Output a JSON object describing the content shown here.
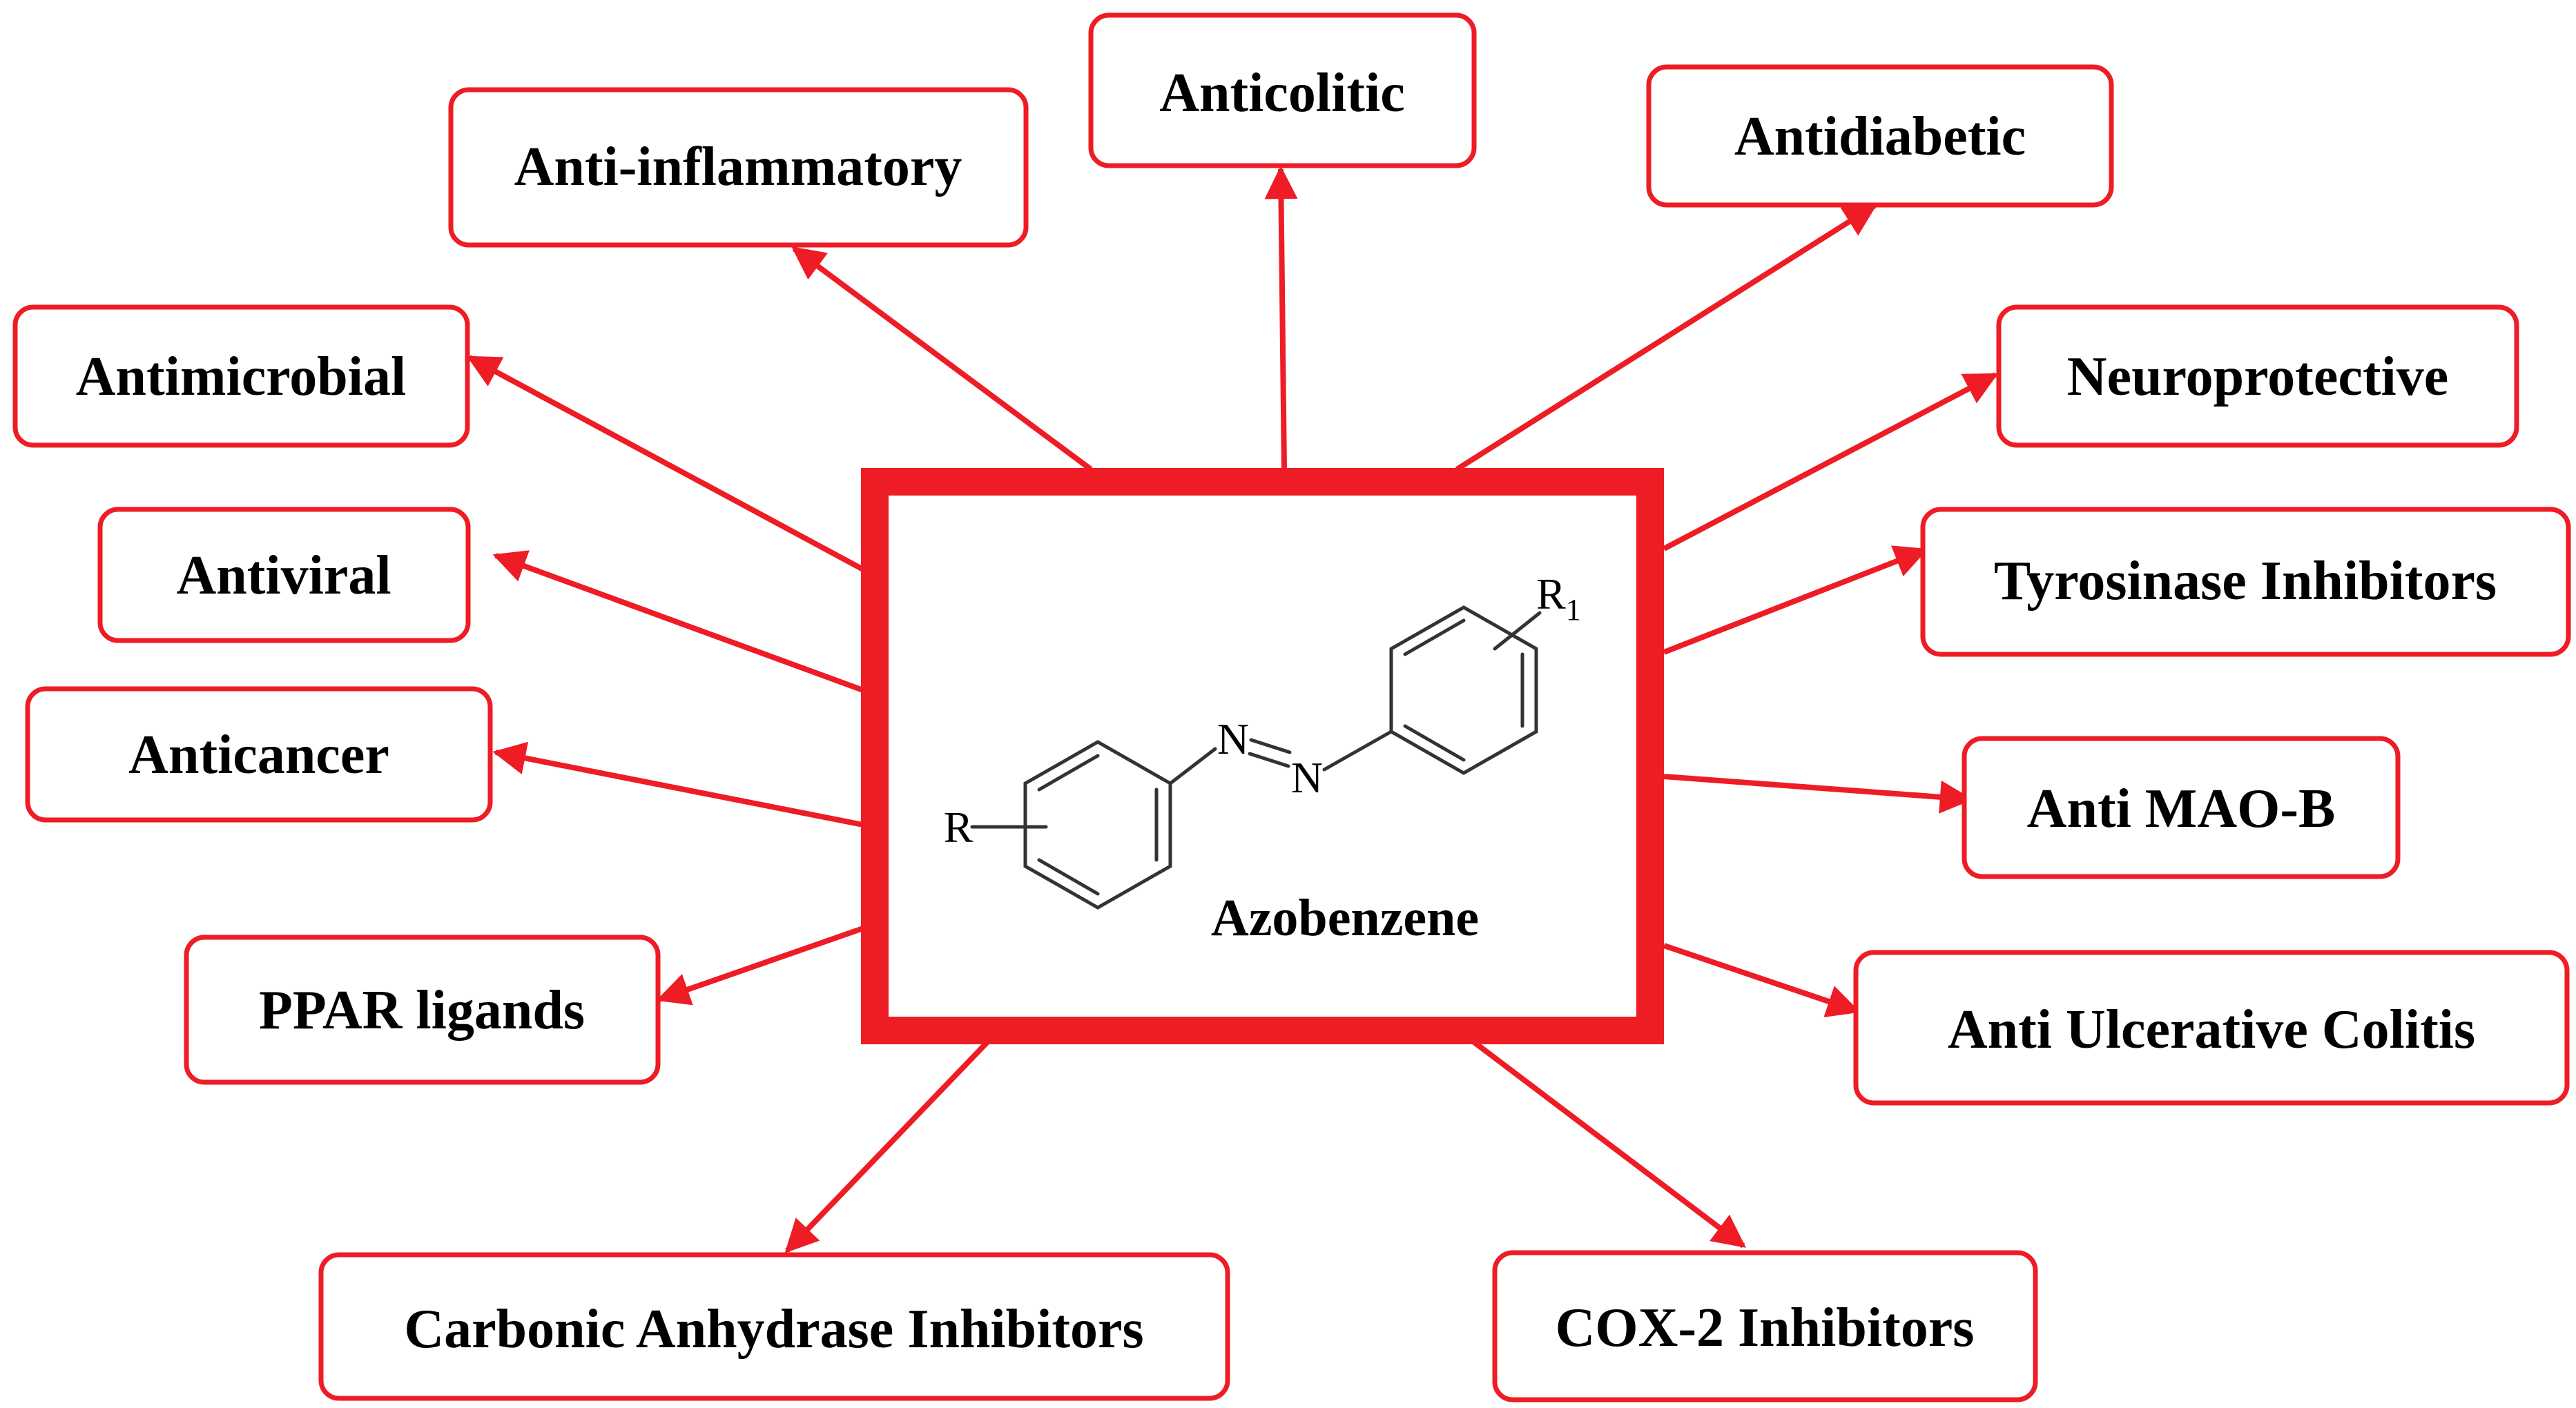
{
  "center": {
    "caption": "Azobenzene",
    "atoms": {
      "n_top": "N",
      "n_bottom": "N",
      "r_left": "R",
      "r_right_symbol": "R",
      "r_right_subscript": "1"
    }
  },
  "activities": [
    {
      "id": "anti-inflammatory",
      "label": "Anti-inflammatory"
    },
    {
      "id": "anticolitic",
      "label": "Anticolitic"
    },
    {
      "id": "antidiabetic",
      "label": "Antidiabetic"
    },
    {
      "id": "antimicrobial",
      "label": "Antimicrobial"
    },
    {
      "id": "neuroprotective",
      "label": "Neuroprotective"
    },
    {
      "id": "antiviral",
      "label": "Antiviral"
    },
    {
      "id": "tyrosinase-inhibitors",
      "label": "Tyrosinase Inhibitors"
    },
    {
      "id": "anticancer",
      "label": "Anticancer"
    },
    {
      "id": "anti-mao-b",
      "label": "Anti MAO-B"
    },
    {
      "id": "ppar-ligands",
      "label": "PPAR ligands"
    },
    {
      "id": "anti-ulcerative-colitis",
      "label": "Anti Ulcerative Colitis"
    },
    {
      "id": "carbonic-anhydrase-inhibitors",
      "label": "Carbonic Anhydrase Inhibitors"
    },
    {
      "id": "cox-2-inhibitors",
      "label": "COX-2 Inhibitors"
    }
  ],
  "colors": {
    "accent": "#ee1c25",
    "text": "#000000",
    "structure": "#333333"
  }
}
